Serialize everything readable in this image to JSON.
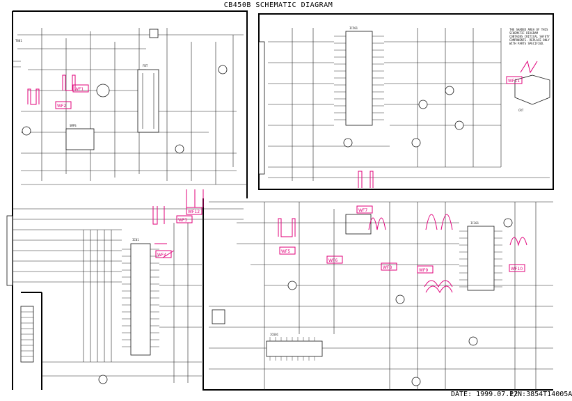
{
  "diagram": {
    "title": "CB450B SCHEMATIC DIAGRAM",
    "date_label": "DATE: 1999.07.12",
    "part_number": "P/N:3854T14005A",
    "warning_note": "THE SHADED AREA OF THIS SCHEMATIC DIAGRAM CONTAINS CRITICAL SAFETY COMPONENTS. REPLACE ONLY WITH PARTS SPECIFIED.",
    "waveform_tags": [
      "WF1",
      "WF2",
      "WF3",
      "WF4",
      "WF5",
      "WF6",
      "WF7",
      "WF8",
      "WF9",
      "WF10",
      "WF11",
      "WF12"
    ],
    "colors": {
      "ink": "#222222",
      "border": "#000000",
      "waveform": "#e0007a",
      "paper": "#ffffff"
    }
  }
}
